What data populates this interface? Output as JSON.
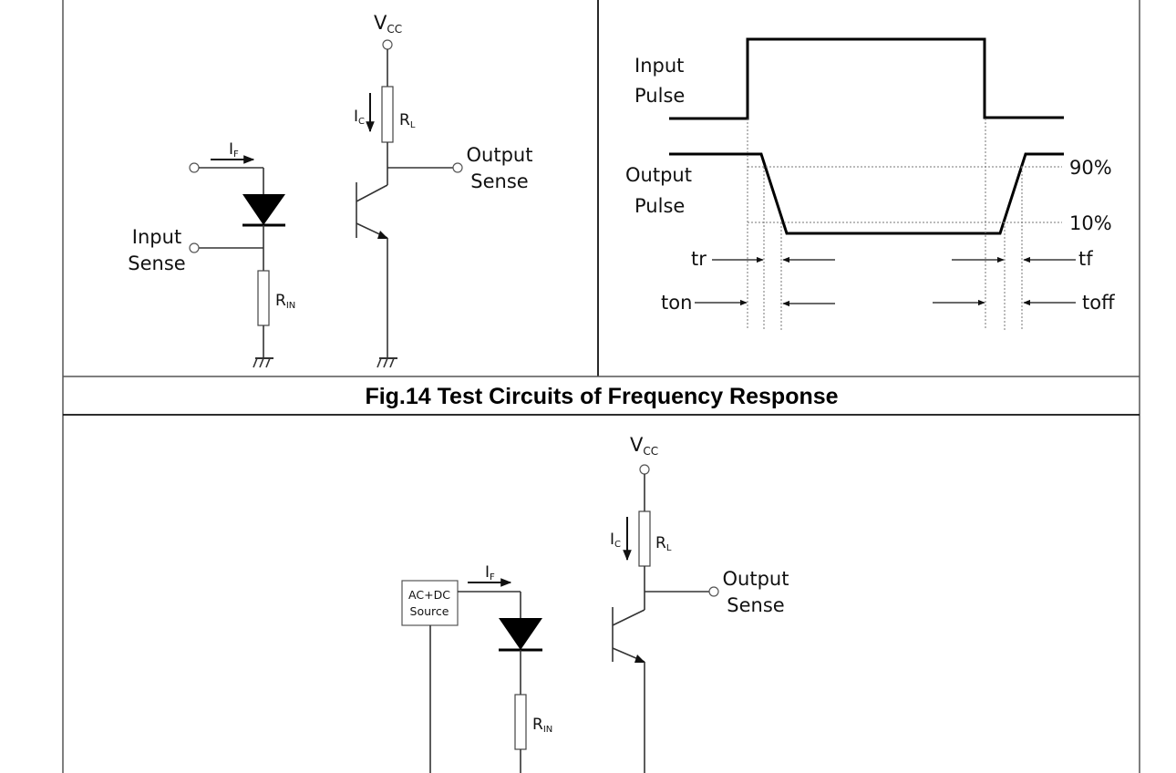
{
  "caption": "Fig.14 Test Circuits of Frequency Response",
  "switching_circuit": {
    "vcc": {
      "main": "V",
      "sub": "CC"
    },
    "if_label": {
      "main": "I",
      "sub": "F"
    },
    "ic_label": {
      "main": "I",
      "sub": "C"
    },
    "rl_label": {
      "main": "R",
      "sub": "L"
    },
    "rin_label": {
      "main": "R",
      "sub": "IN"
    },
    "input_sense": [
      "Input",
      "Sense"
    ],
    "output_sense": [
      "Output",
      "Sense"
    ]
  },
  "waveform": {
    "input_pulse": [
      "Input",
      "Pulse"
    ],
    "output_pulse": [
      "Output",
      "Pulse"
    ],
    "level_90": "90%",
    "level_10": "10%",
    "tr": "tr",
    "tf": "tf",
    "ton": "ton",
    "toff": "toff"
  },
  "frequency_circuit": {
    "vcc": {
      "main": "V",
      "sub": "CC"
    },
    "if_label": {
      "main": "I",
      "sub": "F"
    },
    "ic_label": {
      "main": "I",
      "sub": "C"
    },
    "rl_label": {
      "main": "R",
      "sub": "L"
    },
    "rin_label": {
      "main": "R",
      "sub": "IN"
    },
    "source_box": [
      "AC+DC",
      "Source"
    ],
    "output_sense": [
      "Output",
      "Sense"
    ]
  }
}
